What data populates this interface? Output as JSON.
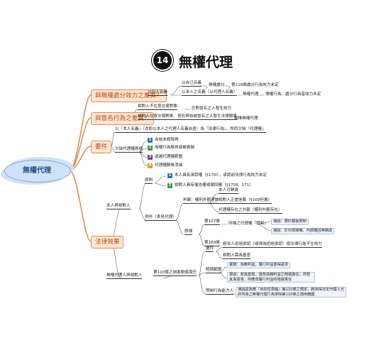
{
  "title": {
    "number": "14",
    "text": "無權代理"
  },
  "root": "無權代理",
  "branches": {
    "b1": "與無權處分效力之差異？",
    "b2": "與冒名行為之差異？",
    "b3": "要件",
    "b4": "法律效果"
  },
  "b1": {
    "who": "以何人名義",
    "self_name": "以自己名義",
    "self_r1": "無權處分",
    "self_r2": "第118條處分行為效力未定",
    "other_name": "以本人之名義（以代理人名義）",
    "other_r1": "無權代理",
    "other_r2": "債權行為、處分行為皆效力未定"
  },
  "b2": {
    "n1": "相對人不在意交易對象",
    "n1r": "仍對冒名之人發生效力",
    "n2": "相對人在意交易對象，意在與該被冒名之人發生法律關係",
    "n2r": "類推無權代理"
  },
  "b3": {
    "note": "以『本人名義』（亦即以本人之代理人名義自居）為『法律行為』，然而欠缺『代理權』",
    "head": "欠缺代理權態樣",
    "items": [
      {
        "n": "1",
        "text": "自始未經授與"
      },
      {
        "n": "2",
        "text": "授權行為無效或被撤銷"
      },
      {
        "n": "3",
        "text": "逾越代理權範圍"
      },
      {
        "n": "4",
        "text": "代理權嗣後消滅"
      }
    ]
  },
  "b4": {
    "p1": "本人與相對人",
    "rule": "原則",
    "rule_items": [
      {
        "n": "1",
        "text": "本人具有承認權（§170I），承認前法律行為效力未定"
      },
      {
        "n": "2",
        "text": "相對人具有催告權或撤回權（§170Ⅱ、171）"
      }
    ],
    "except": "例外（表見代理）",
    "judge": "判斷：權利外觀理論",
    "j1": "本人可歸責",
    "j2": "相對人正當信賴（§169但書）",
    "j3": "代理權存在之外觀（權利外觀存在）",
    "form": "態樣",
    "s107": "第107條",
    "s107a": "所稱之代理權『限制』",
    "s107b1": "通說：限於嗣後限制",
    "s107b2": "通說：於外部授權、內部撤回時構成",
    "s169": "第169條",
    "p2": "無權代理人與相對人",
    "s110": "第110條之損害賠償責任",
    "req": "要件",
    "req1": "經本人拒絕承認（或視為拒絕承認）使法律行為不生效力",
    "req2": "相對人需為善意",
    "scope": "賠償範圍",
    "scope1": "實務：信賴利益，履行利益皆得請求",
    "scope2": "學說：若為善意，僅負信賴利益之賠償責任；然若其為惡意，則應負履行利益的賠償責任",
    "cap": "限制行為能力人",
    "cap_text": "通說認為應『目的性限縮』第110條之規定，將未得法定代理人允許所為之無權代理行為排除第110條之適用範圍"
  },
  "colors": {
    "badge1": "#2f6db0",
    "badge2": "#3b9b2f",
    "badge3": "#7a3b9a",
    "badge4": "#e39b1f",
    "branch_fill": "#ffe6cf",
    "branch_border": "#e08b58"
  }
}
